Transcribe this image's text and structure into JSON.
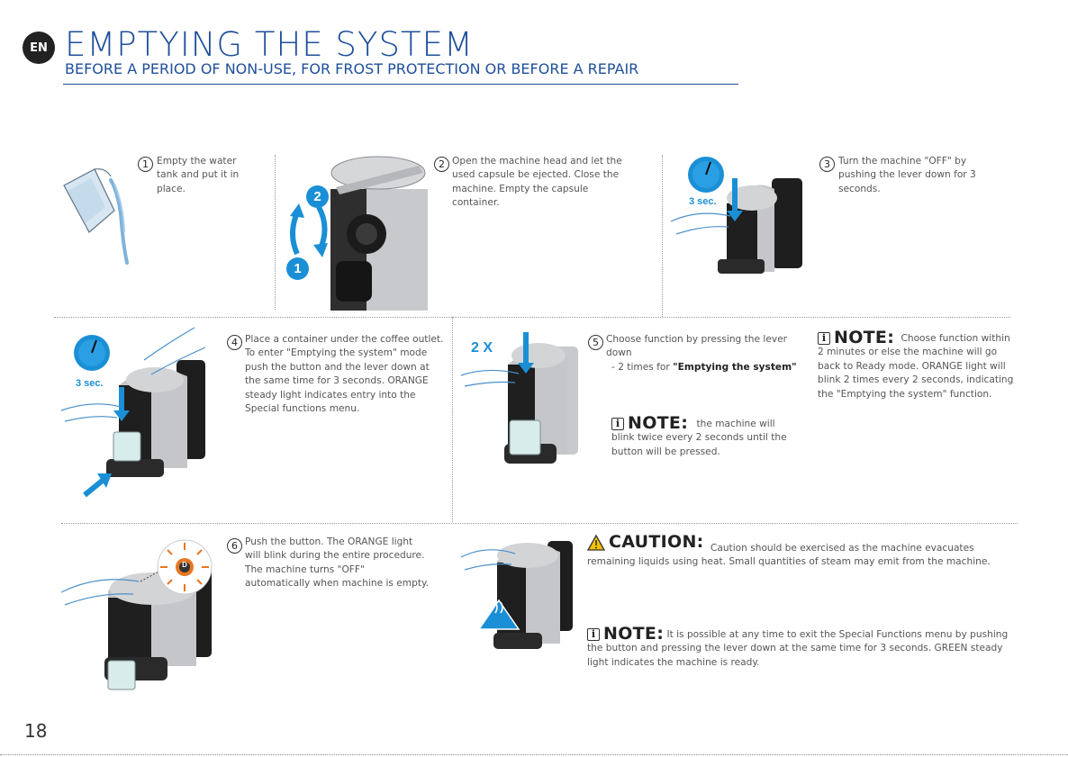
{
  "header": {
    "lang_badge": "EN",
    "title": "EMPTYING THE SYSTEM",
    "subtitle": "BEFORE A PERIOD OF NON-USE, FOR FROST PROTECTION OR BEFORE A REPAIR"
  },
  "steps": [
    {
      "number": "1",
      "text": "Empty the water tank and put it in place."
    },
    {
      "number": "2",
      "text": "Open the machine head and let the used capsule be ejected. Close the machine. Empty the capsule container."
    },
    {
      "number": "3",
      "text": "Turn the machine \"OFF\" by pushing the lever down for 3 seconds."
    },
    {
      "number": "4",
      "text": "Place a container under the coffee outlet. To enter \"Emptying the system\" mode push the button and the lever down at the same time for 3 seconds. ORANGE steady light indicates entry into the Special functions menu."
    },
    {
      "number": "5",
      "text": "Choose function by pressing the lever down",
      "sub_prefix": "- 2 times for ",
      "sub_bold": "\"Emptying the system\""
    },
    {
      "number": "6",
      "text": "Push the button. The ORANGE light will blink during the entire procedure. The machine turns \"OFF\" automatically when machine is empty."
    }
  ],
  "illustrations": {
    "step2_labels": [
      "2",
      "1"
    ],
    "timer_label": "3 sec.",
    "press_count": "2 X",
    "button_symbol": "D"
  },
  "notes": {
    "label": "NOTE:",
    "info_icon_glyph": "i",
    "note_a": "the machine will blink twice every 2 seconds until the button will be pressed.",
    "note_b": "Choose function within 2 minutes or else the machine will go back to Ready mode. ORANGE light will blink 2 times every 2 seconds, indicating the \"Emptying the system\" function.",
    "note_c": "It is possible at any time to exit the Special Functions menu by pushing the button and pressing the lever down at the same time for 3 seconds. GREEN steady light indicates the machine is ready."
  },
  "caution": {
    "label": "CAUTION:",
    "text": "Caution should be exercised as the machine evacuates remaining liquids using heat. Small quantities of steam may emit from the machine."
  },
  "footer": {
    "page_number": "18"
  },
  "colors": {
    "blue": "#1f4f9a",
    "accent_blue": "#1a8fd6",
    "orange": "#e87722",
    "warning_yellow": "#f2c200"
  }
}
